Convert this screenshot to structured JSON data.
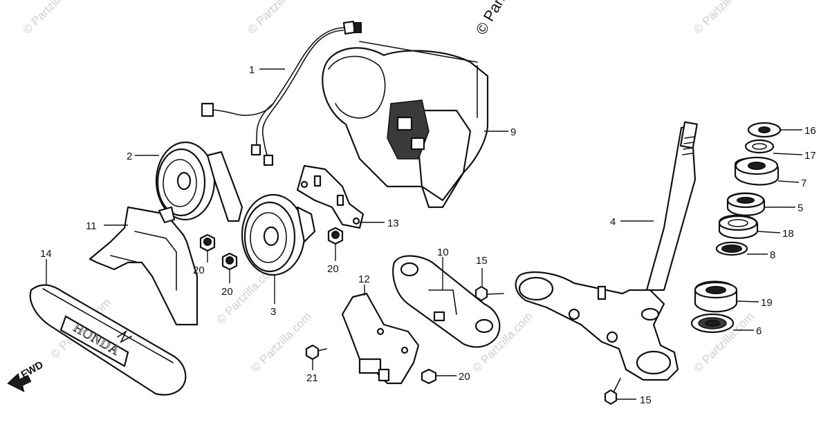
{
  "watermark": {
    "text": "© Partzilla.com",
    "corner_text": "© Partzilla.com"
  },
  "brand_plate_text": "HONDA",
  "direction_label": "FWD",
  "callouts": [
    {
      "id": "c1",
      "label": "1"
    },
    {
      "id": "c2",
      "label": "2"
    },
    {
      "id": "c3",
      "label": "3"
    },
    {
      "id": "c4",
      "label": "4"
    },
    {
      "id": "c5",
      "label": "5"
    },
    {
      "id": "c6",
      "label": "6"
    },
    {
      "id": "c7",
      "label": "7"
    },
    {
      "id": "c8",
      "label": "8"
    },
    {
      "id": "c9",
      "label": "9"
    },
    {
      "id": "c10",
      "label": "10"
    },
    {
      "id": "c11",
      "label": "11"
    },
    {
      "id": "c12",
      "label": "12"
    },
    {
      "id": "c13",
      "label": "13"
    },
    {
      "id": "c14",
      "label": "14"
    },
    {
      "id": "c15a",
      "label": "15"
    },
    {
      "id": "c15b",
      "label": "15"
    },
    {
      "id": "c16",
      "label": "16"
    },
    {
      "id": "c17",
      "label": "17"
    },
    {
      "id": "c18",
      "label": "18"
    },
    {
      "id": "c19",
      "label": "19"
    },
    {
      "id": "c20a",
      "label": "20"
    },
    {
      "id": "c20b",
      "label": "20"
    },
    {
      "id": "c20c",
      "label": "20"
    },
    {
      "id": "c20d",
      "label": "20"
    },
    {
      "id": "c21",
      "label": "21"
    }
  ]
}
